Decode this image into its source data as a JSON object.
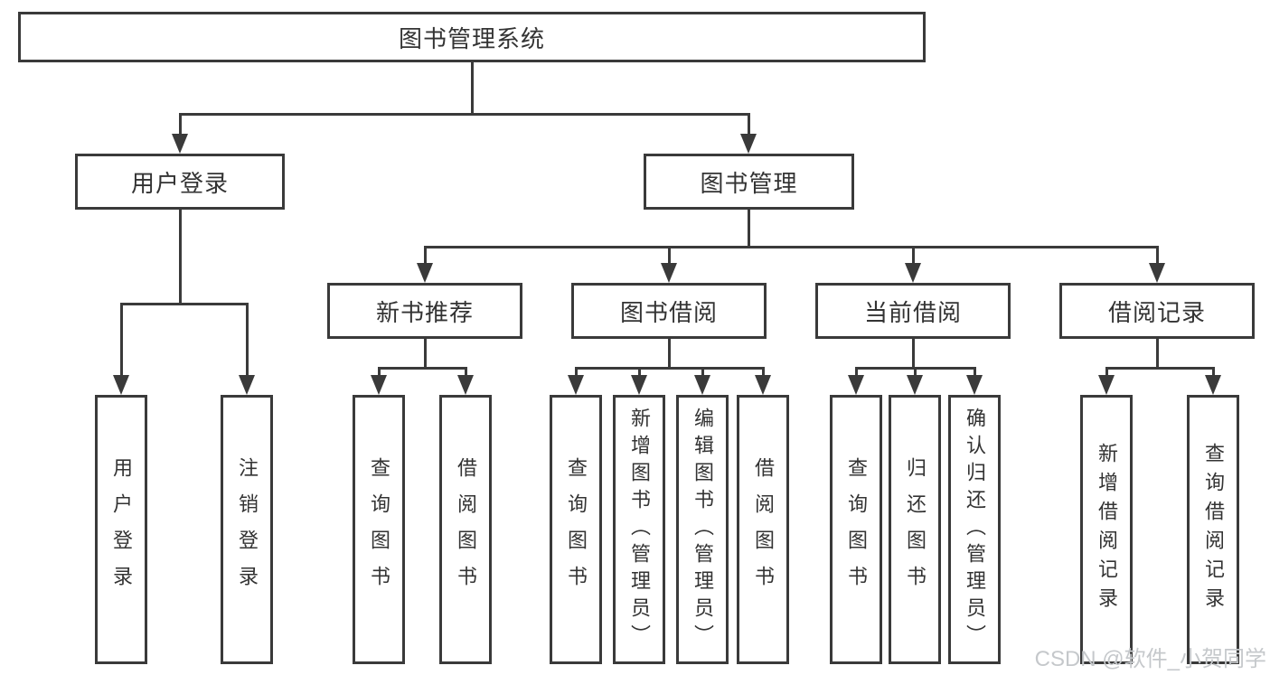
{
  "diagram": {
    "root": "图书管理系统",
    "level2": [
      "用户登录",
      "图书管理"
    ],
    "level3": [
      "新书推荐",
      "图书借阅",
      "当前借阅",
      "借阅记录"
    ],
    "leaves": {
      "login": [
        "用户登录",
        "注销登录"
      ],
      "recommend": [
        "查询图书",
        "借阅图书"
      ],
      "borrow": [
        "查询图书",
        "新增图书（管理员）",
        "编辑图书（管理员）",
        "借阅图书"
      ],
      "current": [
        "查询图书",
        "归还图书",
        "确认归还（管理员）"
      ],
      "records": [
        "新增借阅记录",
        "查询借阅记录"
      ]
    }
  },
  "watermark": "CSDN @软件_小贺同学",
  "colors": {
    "line": "#3a3a3a",
    "text": "#333333",
    "background": "#ffffff",
    "watermark": "#c5c8cb"
  }
}
